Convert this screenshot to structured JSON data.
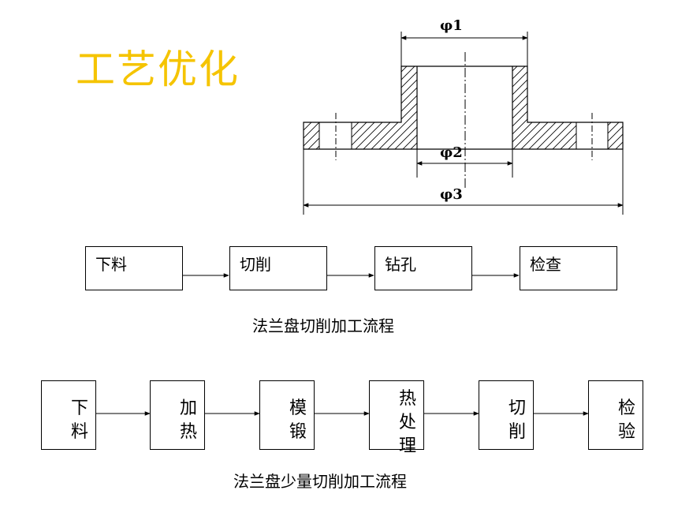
{
  "title": "工艺优化",
  "dimensions": {
    "d1": "φ1",
    "d2": "φ2",
    "d3": "φ3"
  },
  "flow1": {
    "steps": [
      "下料",
      "切削",
      "钻孔",
      "检查"
    ],
    "caption": "法兰盘切削加工流程"
  },
  "flow2": {
    "steps": [
      "下料",
      "加热",
      "模锻",
      "热处理",
      "切削",
      "检验"
    ],
    "caption": "法兰盘少量切削加工流程"
  }
}
